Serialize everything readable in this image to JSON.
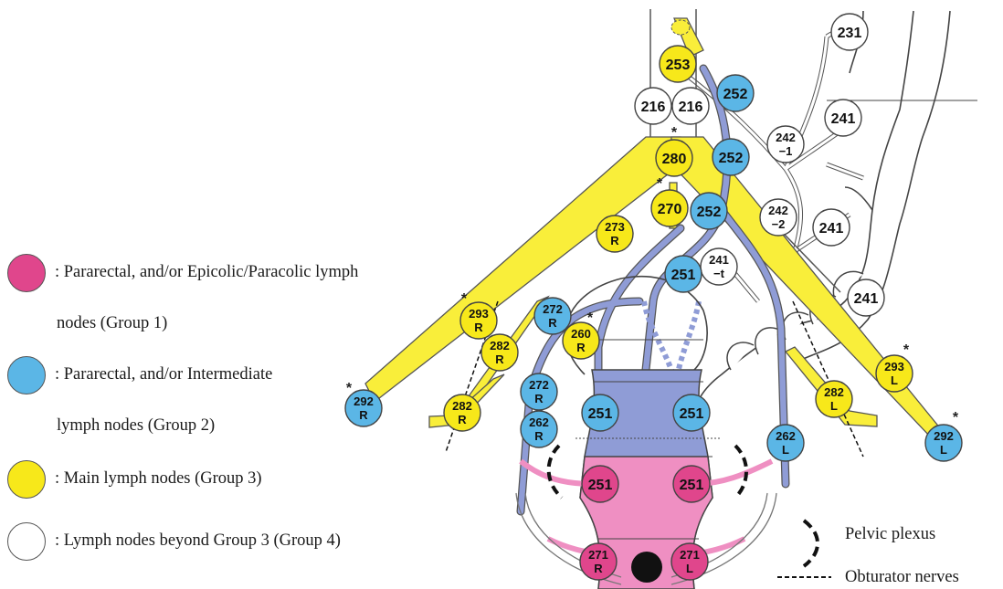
{
  "colors": {
    "group1": "#e0468c",
    "group2": "#5bb6e6",
    "group3": "#f7e81a",
    "group4": "#ffffff",
    "rectum_pink": "#ef8fc2",
    "vessel_blue": "#8f9cd6",
    "artery_yellow": "#f9ee3a"
  },
  "legend": [
    {
      "line1": ": Pararectal, and/or Epicolic/Paracolic lymph",
      "line2": "nodes (Group 1)",
      "color": "#e0468c"
    },
    {
      "line1": ": Pararectal, and/or Intermediate",
      "line2": "lymph nodes (Group 2)",
      "color": "#5bb6e6"
    },
    {
      "line1": ": Main lymph nodes (Group 3)",
      "line2": "",
      "color": "#f7e81a"
    },
    {
      "line1": ": Lymph nodes beyond Group 3 (Group 4)",
      "line2": "",
      "color": "#ffffff"
    }
  ],
  "key": {
    "pelvic_plexus": "Pelvic plexus",
    "obturator_nerves": "Obturator nerves"
  },
  "nodes": {
    "n231": "231",
    "n253": "253",
    "n252a": "252",
    "n252b": "252",
    "n252c": "252",
    "n216a": "216",
    "n216b": "216",
    "n241a": "241",
    "n241b": "241",
    "n241c": "241",
    "n242_1": [
      "242",
      "−1"
    ],
    "n242_2": [
      "242",
      "−2"
    ],
    "n241t": [
      "241",
      "−t"
    ],
    "n280": "280",
    "n270": "270",
    "n273R": [
      "273",
      "R"
    ],
    "n251top": "251",
    "n293R": [
      "293",
      "R"
    ],
    "n272Ra": [
      "272",
      "R"
    ],
    "n260R": [
      "260",
      "R"
    ],
    "n282Ra": [
      "282",
      "R"
    ],
    "n282Rb": [
      "282",
      "R"
    ],
    "n272Rb": [
      "272",
      "R"
    ],
    "n262R": [
      "262",
      "R"
    ],
    "n292R": [
      "292",
      "R"
    ],
    "n251L": "251",
    "n251R": "251",
    "n251pL": "251",
    "n251pR": "251",
    "n271R": [
      "271",
      "R"
    ],
    "n271L": [
      "271",
      "L"
    ],
    "n293L": [
      "293",
      "L"
    ],
    "n282L": [
      "282",
      "L"
    ],
    "n262L": [
      "262",
      "L"
    ],
    "n292L": [
      "292",
      "L"
    ]
  },
  "stars": [
    "*",
    "*",
    "*",
    "*",
    "*",
    "*"
  ]
}
